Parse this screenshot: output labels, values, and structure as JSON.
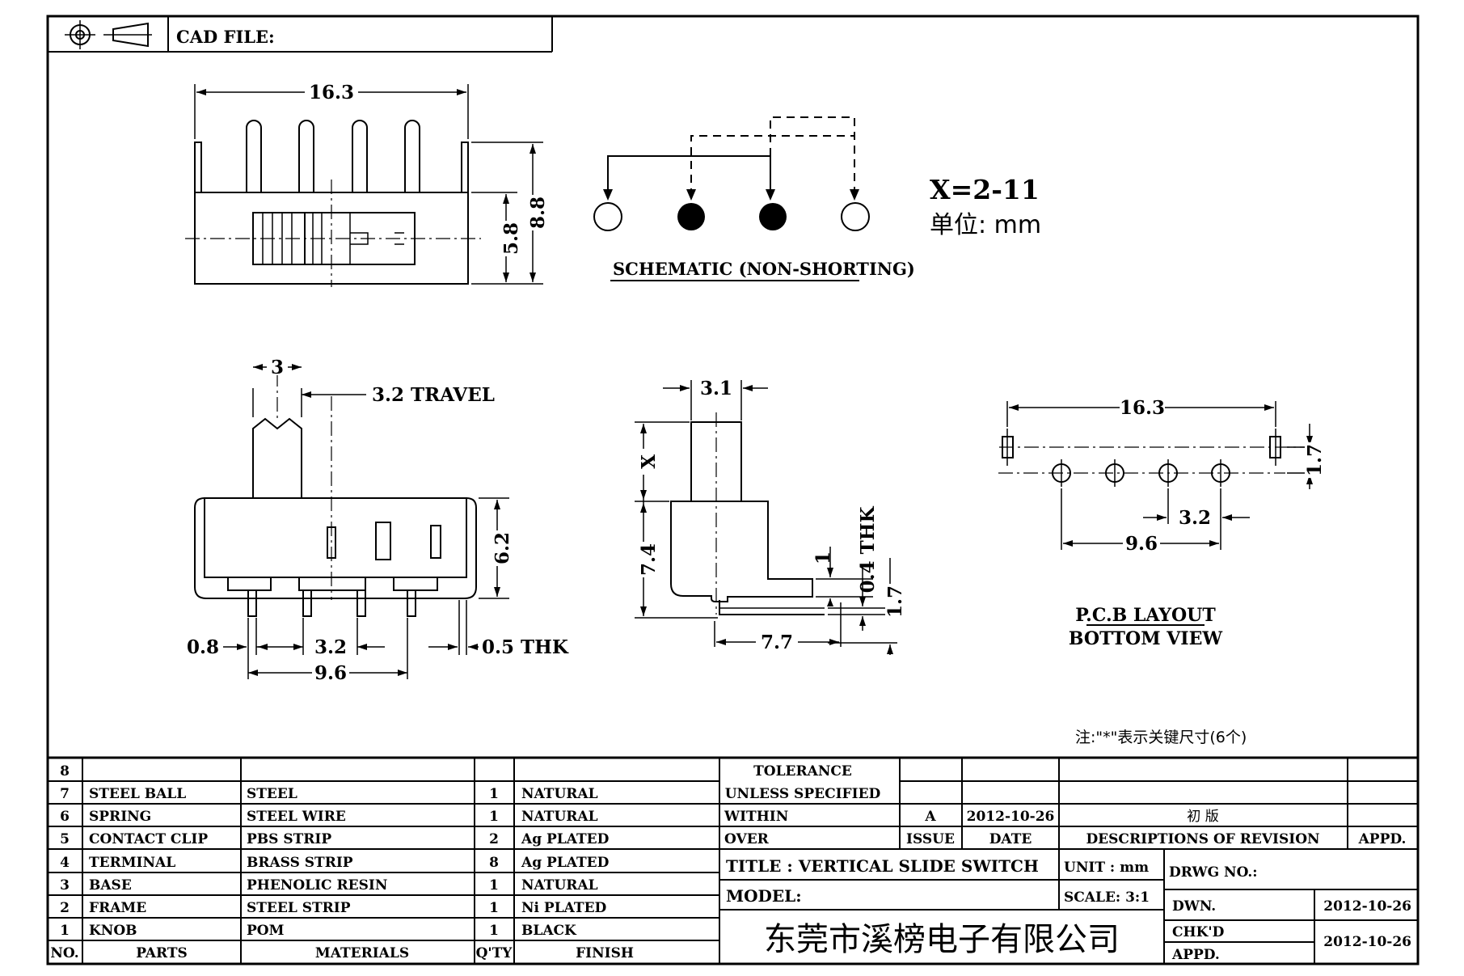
{
  "header": {
    "cad_file_label": "CAD FILE:"
  },
  "icons": [
    "projection-symbol-icon"
  ],
  "top_view": {
    "width": "16.3",
    "body_height": "5.8",
    "total_height": "8.8"
  },
  "schematic": {
    "label": "SCHEMATIC (NON-SHORTING)"
  },
  "note_x": "X=2-11",
  "unit_note": "单位: mm",
  "side_view": {
    "knob_width": "3",
    "travel": "3.2 TRAVEL",
    "height": "6.2",
    "pin_width": "0.8",
    "pin_pitch": "3.2",
    "pin_span": "9.6",
    "thickness": "0.5 THK"
  },
  "end_view": {
    "knob_width": "3.1",
    "x_label": "X",
    "height": "7.4",
    "depth": "7.7",
    "thk": "0.4 THK",
    "pin_offset": "1",
    "pin_len": "1.7"
  },
  "pcb_layout": {
    "width": "16.3",
    "pitch": "3.2",
    "span": "9.6",
    "offset": "1.7",
    "title": "P.C.B LAYOUT",
    "subtitle": "BOTTOM VIEW"
  },
  "key_dim_note": "注:\"*\"表示关键尺寸(6个)",
  "bom": {
    "header": {
      "no": "NO.",
      "parts": "PARTS",
      "materials": "MATERIALS",
      "qty": "Q'TY",
      "finish": "FINISH"
    },
    "rows": [
      {
        "no": "8",
        "part": "",
        "material": "",
        "qty": "",
        "finish": ""
      },
      {
        "no": "7",
        "part": "STEEL BALL",
        "material": "STEEL",
        "qty": "1",
        "finish": "NATURAL"
      },
      {
        "no": "6",
        "part": "SPRING",
        "material": "STEEL WIRE",
        "qty": "1",
        "finish": "NATURAL"
      },
      {
        "no": "5",
        "part": "CONTACT CLIP",
        "material": "PBS STRIP",
        "qty": "2",
        "finish": "Ag PLATED"
      },
      {
        "no": "4",
        "part": "TERMINAL",
        "material": "BRASS STRIP",
        "qty": "8",
        "finish": "Ag PLATED"
      },
      {
        "no": "3",
        "part": "BASE",
        "material": "PHENOLIC RESIN",
        "qty": "1",
        "finish": "NATURAL"
      },
      {
        "no": "2",
        "part": "FRAME",
        "material": "STEEL STRIP",
        "qty": "1",
        "finish": "Ni PLATED"
      },
      {
        "no": "1",
        "part": "KNOB",
        "material": "POM",
        "qty": "1",
        "finish": "BLACK"
      }
    ]
  },
  "title_block": {
    "tolerance": "TOLERANCE",
    "unless": "UNLESS SPECIFIED",
    "within": "WITHIN",
    "over": "OVER",
    "revision": {
      "issue": "A",
      "date": "2012-10-26",
      "description": "初 版"
    },
    "issue_label": "ISSUE",
    "date_label": "DATE",
    "desc_label": "DESCRIPTIONS OF REVISION",
    "appd_label": "APPD.",
    "title": "TITLE :  VERTICAL SLIDE SWITCH",
    "unit": "UNIT :  mm",
    "drwg_no": "DRWG NO.:",
    "model": "MODEL:",
    "scale": "SCALE:  3:1",
    "dwn_label": "DWN.",
    "dwn_date": "2012-10-26",
    "chkd_label": "CHK'D",
    "appd2_label": "APPD.",
    "chkd_date": "2012-10-26",
    "company": "东莞市溪榜电子有限公司"
  }
}
